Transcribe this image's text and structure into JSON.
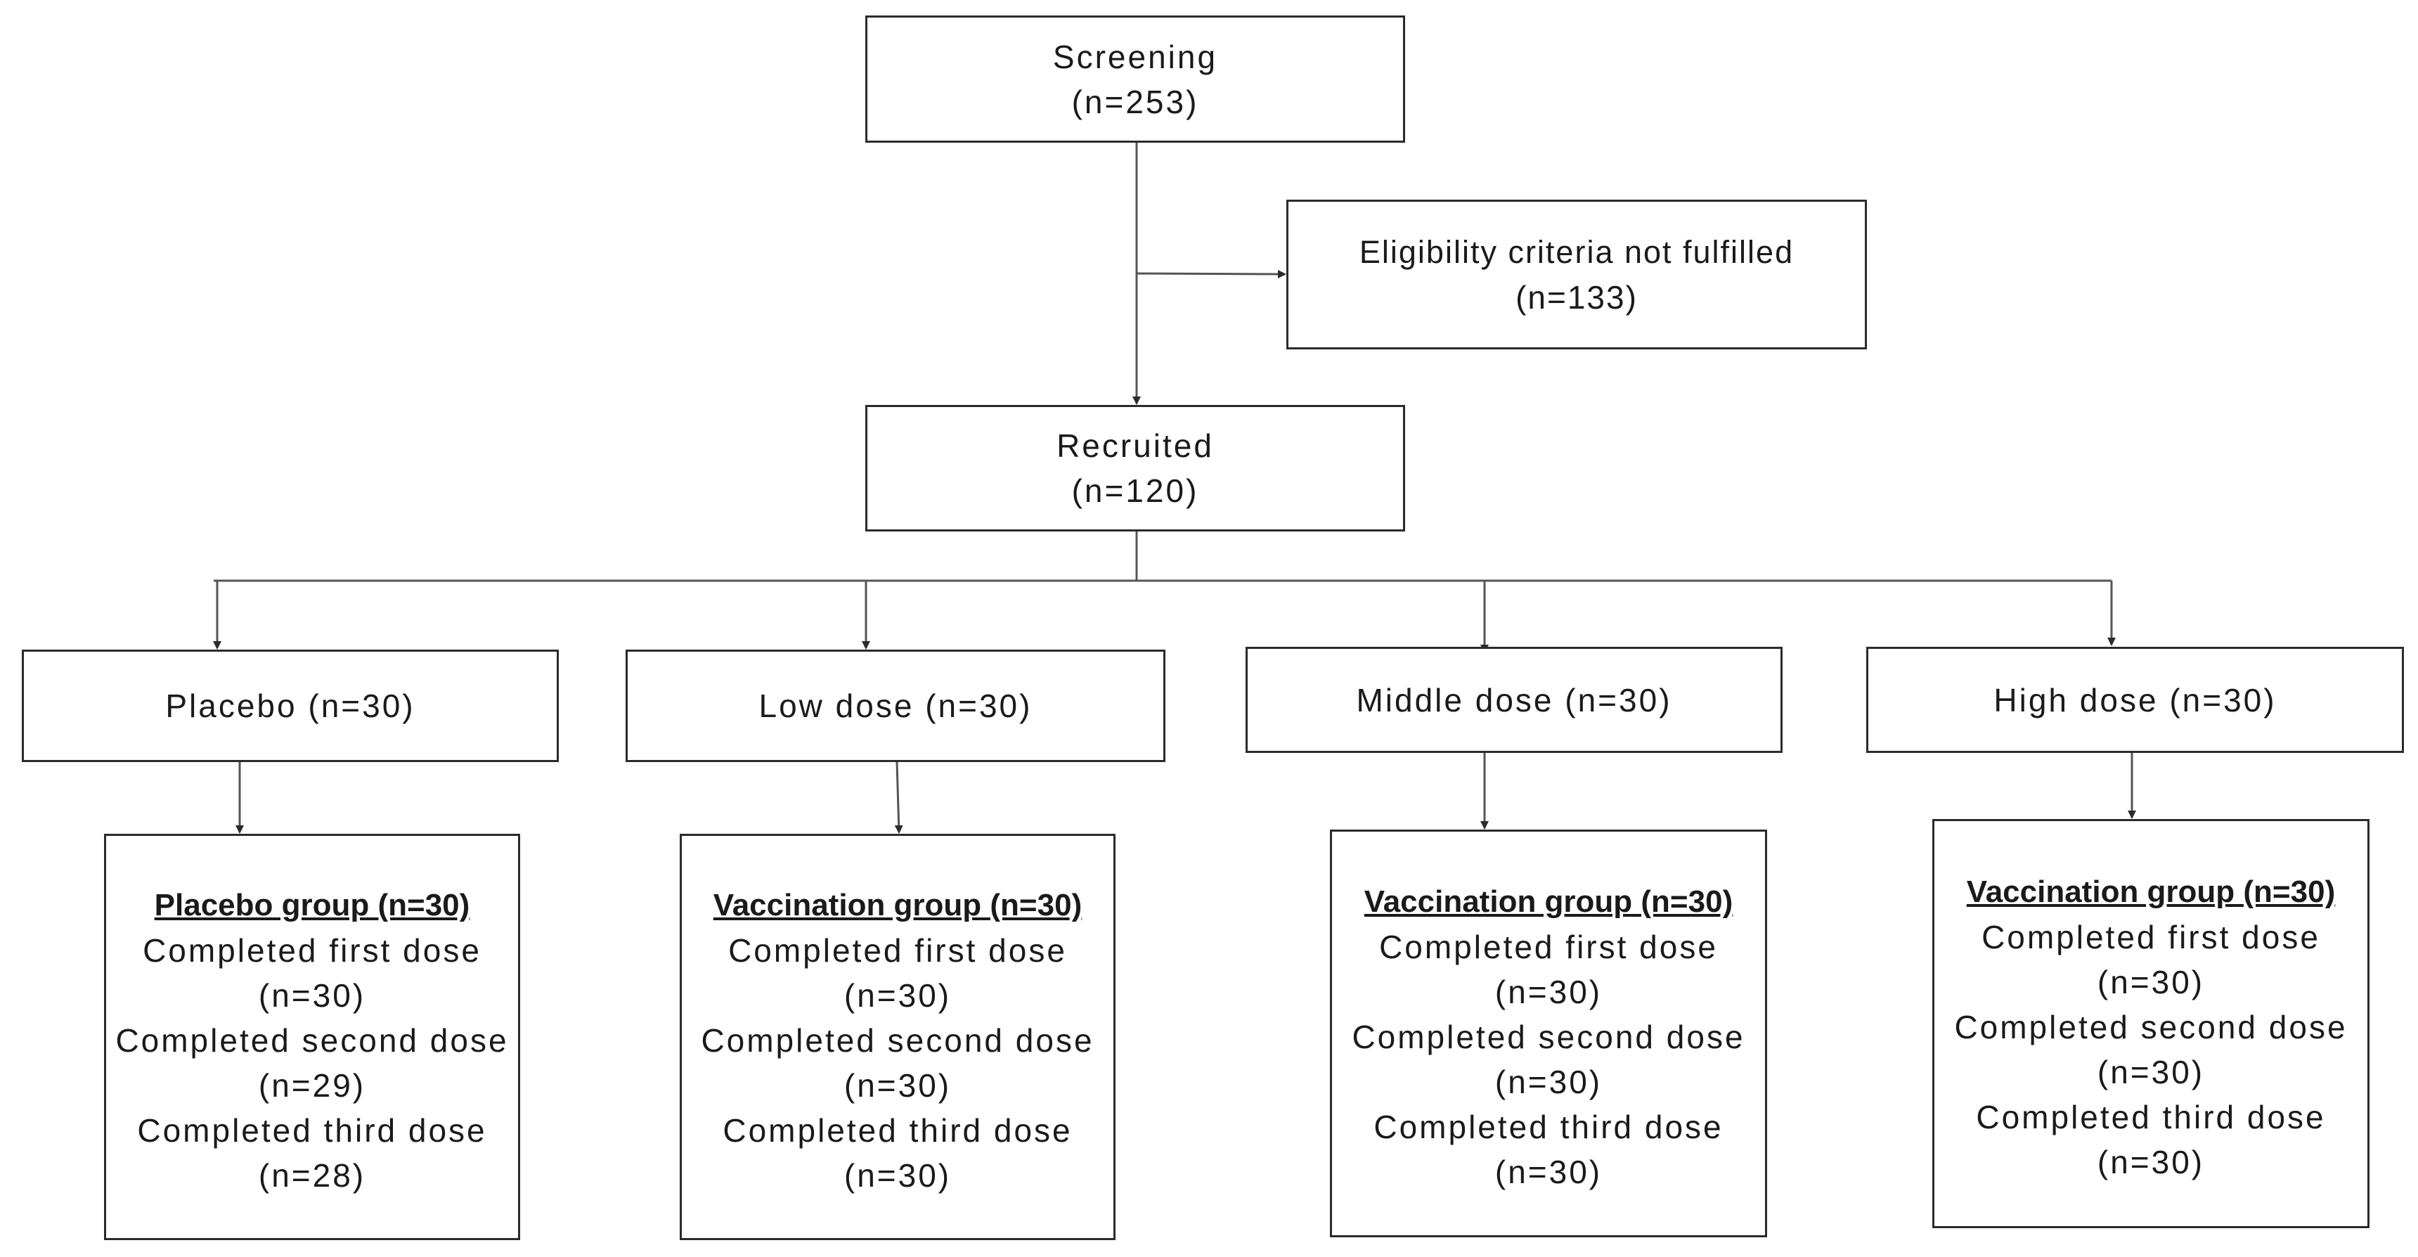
{
  "screening": {
    "title": "Screening",
    "count": "(n=253)"
  },
  "excluded": {
    "title": "Eligibility criteria not fulfilled",
    "count": "(n=133)"
  },
  "recruited": {
    "title": "Recruited",
    "count": "(n=120)"
  },
  "arms": [
    {
      "label": "Placebo (n=30)",
      "group_title": "Placebo group (n=30)",
      "first": "Completed first dose",
      "first_n": "(n=30)",
      "second": "Completed second dose",
      "second_n": "(n=29)",
      "third": "Completed third dose",
      "third_n": "(n=28)"
    },
    {
      "label": "Low dose (n=30)",
      "group_title": "Vaccination group (n=30)",
      "first": "Completed first dose",
      "first_n": "(n=30)",
      "second": "Completed second dose",
      "second_n": "(n=30)",
      "third": "Completed third dose",
      "third_n": "(n=30)"
    },
    {
      "label": "Middle dose (n=30)",
      "group_title": "Vaccination group (n=30)",
      "first": "Completed first dose",
      "first_n": "(n=30)",
      "second": "Completed second dose",
      "second_n": "(n=30)",
      "third": "Completed third dose",
      "third_n": "(n=30)"
    },
    {
      "label": "High dose (n=30)",
      "group_title": "Vaccination group (n=30)",
      "first": "Completed first dose",
      "first_n": "(n=30)",
      "second": "Completed second dose",
      "second_n": "(n=30)",
      "third": "Completed third dose",
      "third_n": "(n=30)"
    }
  ]
}
